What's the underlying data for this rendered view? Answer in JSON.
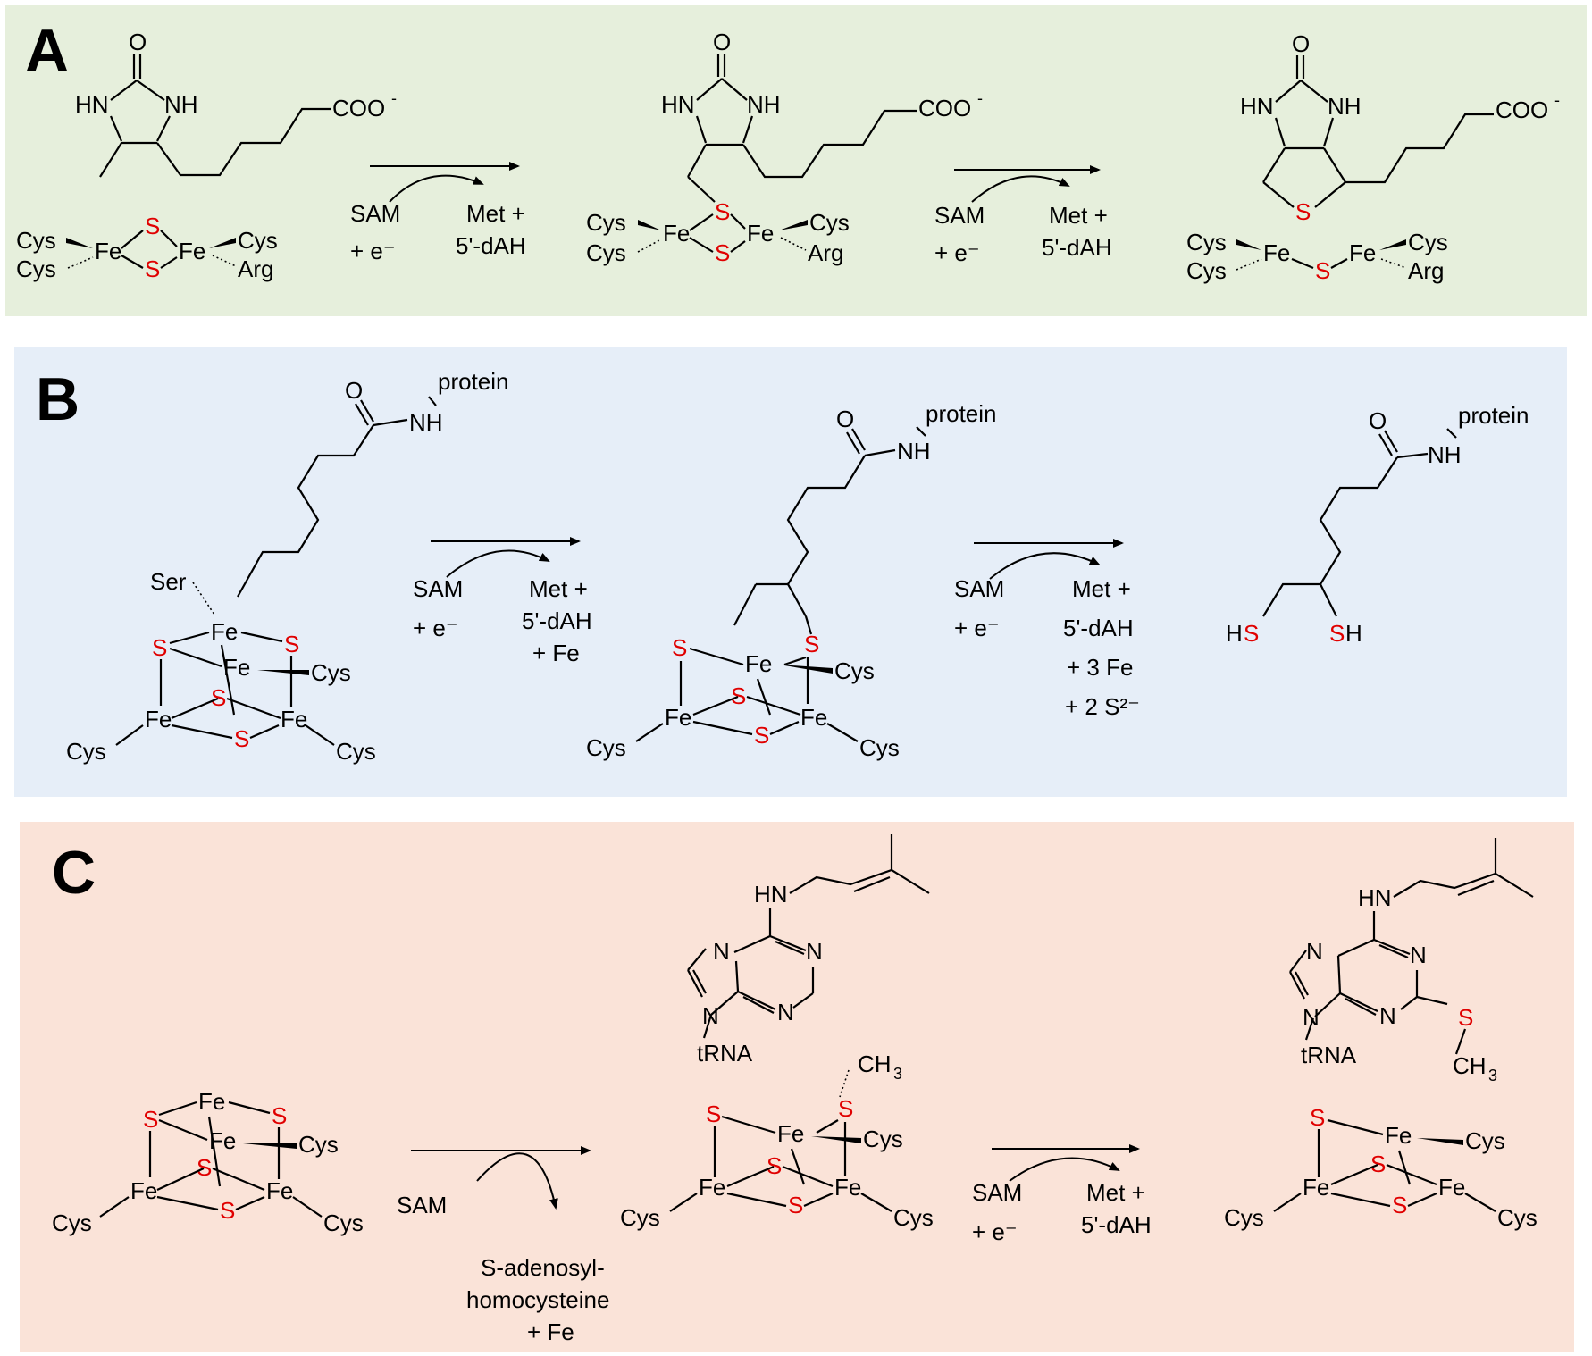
{
  "colors": {
    "panel_a": "#e6efdc",
    "panel_b": "#e6eef8",
    "panel_c": "#fae3d8",
    "sulfur": "#e00000"
  },
  "panels": [
    {
      "letter": "A",
      "steps": [
        {
          "reagents": [
            "SAM",
            "+ e⁻"
          ],
          "products": [
            "Met +",
            "5'-dAH"
          ]
        },
        {
          "reagents": [
            "SAM",
            "+ e⁻"
          ],
          "products": [
            "Met +",
            "5'-dAH"
          ]
        }
      ]
    },
    {
      "letter": "B",
      "steps": [
        {
          "reagents": [
            "SAM",
            "+ e⁻"
          ],
          "products": [
            "Met +",
            "5'-dAH",
            "+ Fe"
          ]
        },
        {
          "reagents": [
            "SAM",
            "+ e⁻"
          ],
          "products": [
            "Met +",
            "5'-dAH",
            "+ 3 Fe",
            "+ 2 S²⁻"
          ]
        }
      ]
    },
    {
      "letter": "C",
      "steps": [
        {
          "reagents": [
            "SAM"
          ],
          "products": [
            "S-adenosyl-",
            "homocysteine",
            "+ Fe"
          ]
        },
        {
          "reagents": [
            "SAM",
            "+ e⁻"
          ],
          "products": [
            "Met +",
            "5'-dAH"
          ]
        }
      ]
    }
  ],
  "atoms": {
    "O": "O",
    "HN": "HN",
    "NH": "NH",
    "N": "N",
    "S": "S",
    "Fe": "Fe",
    "H": "H",
    "Cys": "Cys",
    "Arg": "Arg",
    "Ser": "Ser",
    "COO": "COO",
    "protein": "protein",
    "tRNA": "tRNA",
    "CH": "CH",
    "three": "3",
    "minus": "-"
  }
}
